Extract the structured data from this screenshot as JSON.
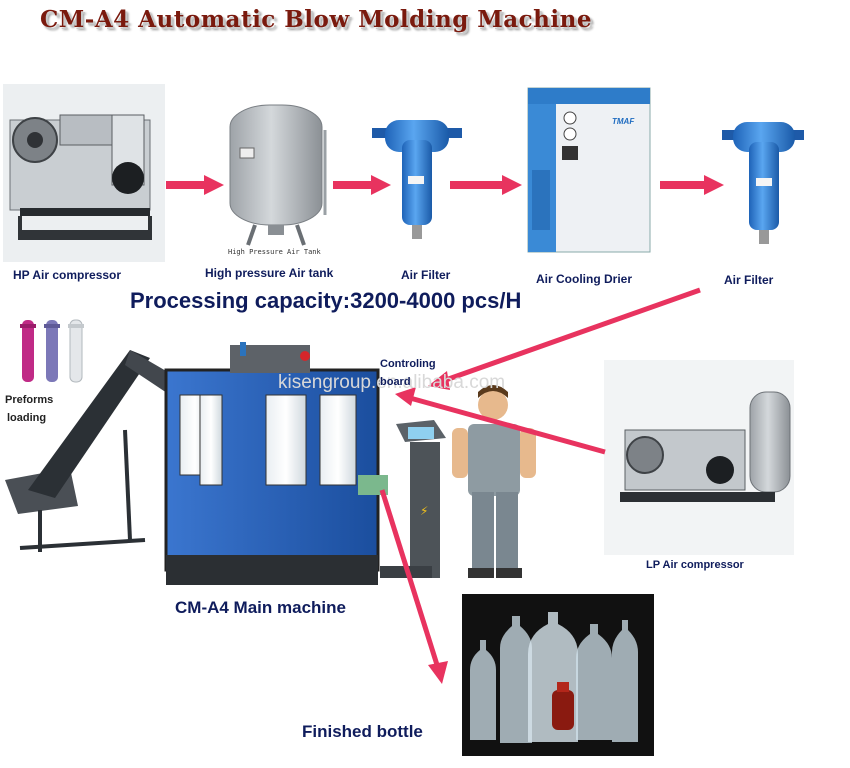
{
  "title": "CM-A4 Automatic Blow Molding Machine",
  "capacity": "Processing capacity:3200-4000 pcs/H",
  "watermark": "kisengroup.en.alibaba.com",
  "tank_plate": "High Pressure Air Tank",
  "labels": {
    "hp_compressor": "HP Air compressor",
    "air_tank": "High pressure Air tank",
    "filter1": "Air Filter",
    "drier": "Air Cooling Drier",
    "filter2": "Air Filter",
    "controlling_line1": "Controling",
    "controlling_line2": "board",
    "preforms_line1": "Preforms",
    "preforms_line2": "loading",
    "lp_compressor": "LP Air compressor",
    "main_machine": "CM-A4 Main machine",
    "finished": "Finished bottle"
  },
  "colors": {
    "arrow": "#e8335f",
    "title": "#7a1a0e",
    "label": "#0f1c5c",
    "machine_blue": "#1f5bb4",
    "filter_blue": "#2f7fd6"
  }
}
